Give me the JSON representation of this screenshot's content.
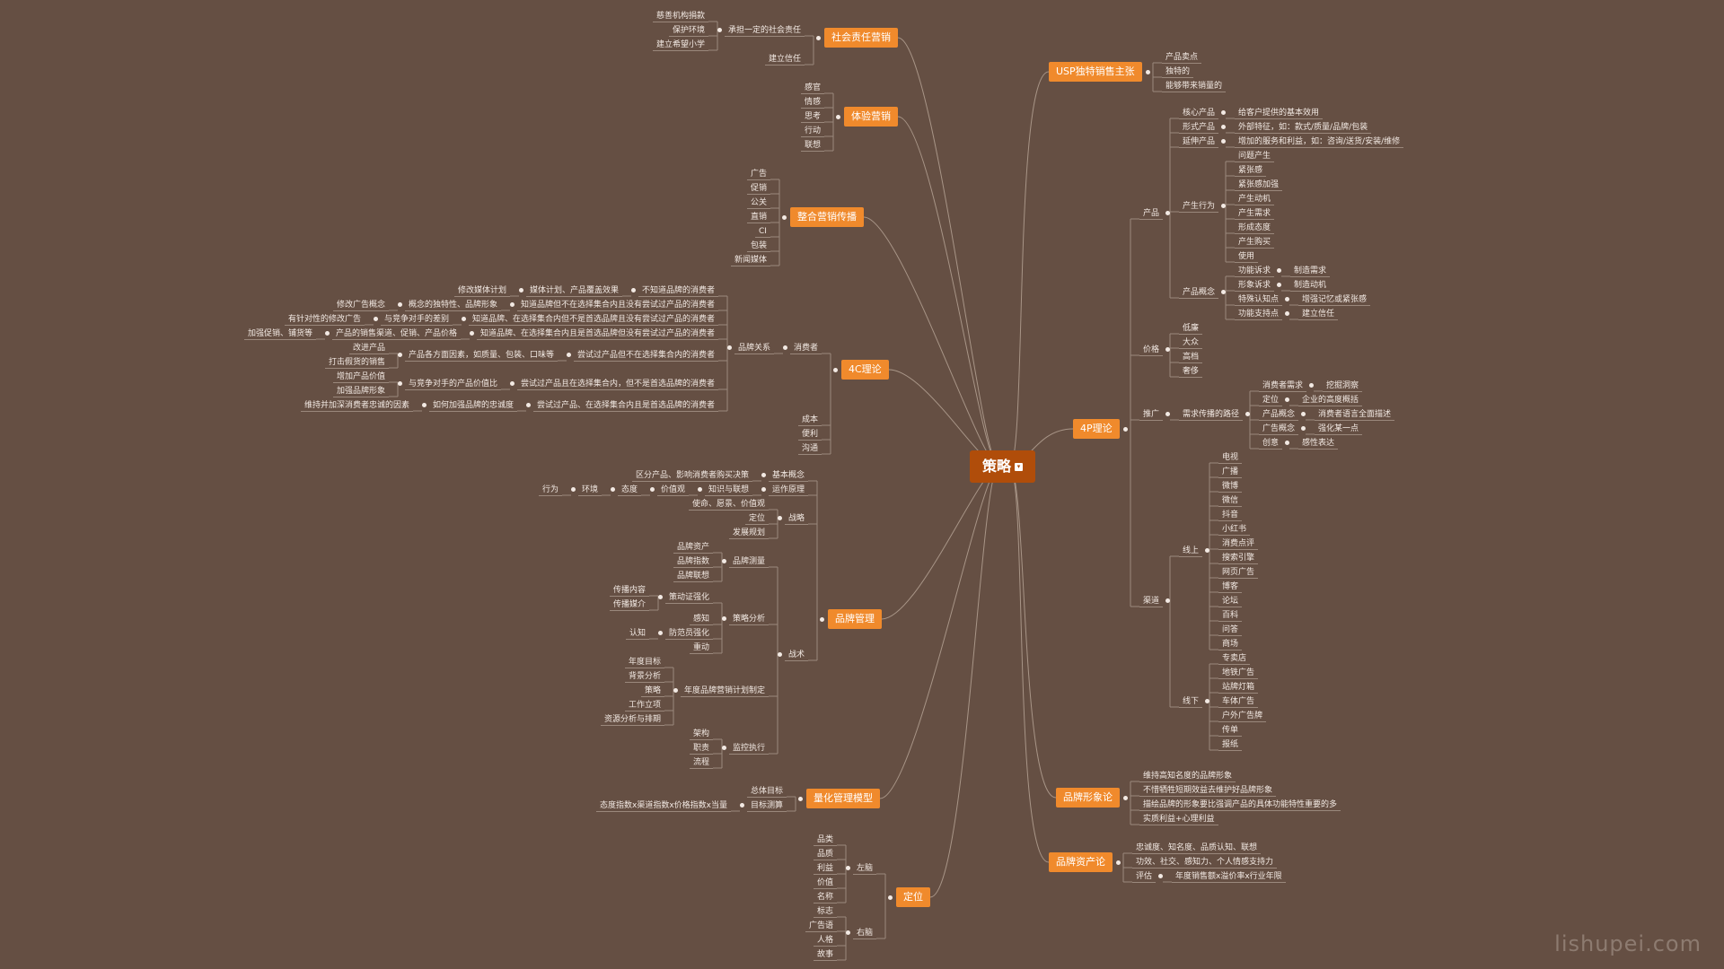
{
  "root": "策略",
  "watermark": "lishupei.com",
  "branches": [
    {
      "label": "社会责任营销",
      "side": "left",
      "children": [
        {
          "label": "承担一定的社会责任",
          "children": [
            {
              "label": "慈善机构捐款"
            },
            {
              "label": "保护环境"
            },
            {
              "label": "建立希望小学"
            }
          ]
        },
        {
          "label": "建立信任"
        }
      ]
    },
    {
      "label": "体验营销",
      "side": "left",
      "children": [
        {
          "label": "感官"
        },
        {
          "label": "情感"
        },
        {
          "label": "思考"
        },
        {
          "label": "行动"
        },
        {
          "label": "联想"
        }
      ]
    },
    {
      "label": "整合营销传播",
      "side": "left",
      "children": [
        {
          "label": "广告"
        },
        {
          "label": "促销"
        },
        {
          "label": "公关"
        },
        {
          "label": "直销"
        },
        {
          "label": "CI"
        },
        {
          "label": "包装"
        },
        {
          "label": "新闻媒体"
        }
      ]
    },
    {
      "label": "4C理论",
      "side": "left",
      "children": [
        {
          "label": "消费者",
          "children": [
            {
              "label": "品牌关系",
              "children": [
                {
                  "label": "不知道品牌的消费者",
                  "children": [
                    {
                      "label": "媒体计划、产品覆盖效果",
                      "children": [
                        {
                          "label": "修改媒体计划"
                        }
                      ]
                    }
                  ]
                },
                {
                  "label": "知道品牌但不在选择集合内且没有尝试过产品的消费者",
                  "children": [
                    {
                      "label": "概念的独特性、品牌形象",
                      "children": [
                        {
                          "label": "修改广告概念"
                        }
                      ]
                    }
                  ]
                },
                {
                  "label": "知道品牌、在选择集合内但不是首选品牌且没有尝试过产品的消费者",
                  "children": [
                    {
                      "label": "与竞争对手的差别",
                      "children": [
                        {
                          "label": "有针对性的修改广告"
                        }
                      ]
                    }
                  ]
                },
                {
                  "label": "知道品牌、在选择集合内且是首选品牌但没有尝试过产品的消费者",
                  "children": [
                    {
                      "label": "产品的销售渠道、促销、产品价格",
                      "children": [
                        {
                          "label": "加强促销、铺货等"
                        }
                      ]
                    }
                  ]
                },
                {
                  "label": "尝试过产品但不在选择集合内的消费者",
                  "children": [
                    {
                      "label": "产品各方面因素，如质量、包装、口味等",
                      "children": [
                        {
                          "label": "改进产品"
                        },
                        {
                          "label": "打击假货的销售"
                        }
                      ]
                    }
                  ]
                },
                {
                  "label": "尝试过产品且在选择集合内，但不是首选品牌的消费者",
                  "children": [
                    {
                      "label": "与竞争对手的产品价值比",
                      "children": [
                        {
                          "label": "增加产品价值"
                        },
                        {
                          "label": "加强品牌形象"
                        }
                      ]
                    }
                  ]
                },
                {
                  "label": "尝试过产品、在选择集合内且是首选品牌的消费者",
                  "children": [
                    {
                      "label": "如何加强品牌的忠诚度",
                      "children": [
                        {
                          "label": "维持并加深消费者忠诚的因素"
                        }
                      ]
                    }
                  ]
                }
              ]
            }
          ]
        },
        {
          "label": "成本"
        },
        {
          "label": "便利"
        },
        {
          "label": "沟通"
        }
      ]
    },
    {
      "label": "品牌管理",
      "side": "left",
      "children": [
        {
          "label": "基本概念",
          "children": [
            {
              "label": "区分产品、影响消费者购买决策"
            }
          ]
        },
        {
          "label": "运作原理",
          "children": [
            {
              "label": "知识与联想",
              "children": [
                {
                  "label": "价值观",
                  "children": [
                    {
                      "label": "态度",
                      "children": [
                        {
                          "label": "环境",
                          "children": [
                            {
                              "label": "行为"
                            }
                          ]
                        }
                      ]
                    }
                  ]
                }
              ]
            }
          ]
        },
        {
          "label": "战略",
          "children": [
            {
              "label": "使命、愿景、价值观"
            },
            {
              "label": "定位"
            },
            {
              "label": "发展规划"
            }
          ]
        },
        {
          "label": "战术",
          "children": [
            {
              "label": "品牌测量",
              "children": [
                {
                  "label": "品牌资产"
                },
                {
                  "label": "品牌指数"
                },
                {
                  "label": "品牌联想"
                }
              ]
            },
            {
              "label": "策略分析",
              "children": [
                {
                  "label": "策动证强化",
                  "children": [
                    {
                      "label": "传播内容"
                    },
                    {
                      "label": "传播媒介"
                    }
                  ]
                },
                {
                  "label": "感知"
                },
                {
                  "label": "防范员强化",
                  "children": [
                    {
                      "label": "认知"
                    }
                  ]
                },
                {
                  "label": "重动"
                }
              ]
            },
            {
              "label": "年度品牌营销计划制定",
              "children": [
                {
                  "label": "年度目标"
                },
                {
                  "label": "背景分析"
                },
                {
                  "label": "策略"
                },
                {
                  "label": "工作立项"
                },
                {
                  "label": "资源分析与排期"
                }
              ]
            },
            {
              "label": "监控执行",
              "children": [
                {
                  "label": "架构"
                },
                {
                  "label": "职责"
                },
                {
                  "label": "流程"
                }
              ]
            }
          ]
        }
      ]
    },
    {
      "label": "量化管理模型",
      "side": "left",
      "children": [
        {
          "label": "总体目标"
        },
        {
          "label": "目标测算",
          "children": [
            {
              "label": "态度指数x渠道指数x价格指数x当量"
            }
          ]
        }
      ]
    },
    {
      "label": "定位",
      "side": "left",
      "children": [
        {
          "label": "左脑",
          "children": [
            {
              "label": "品类"
            },
            {
              "label": "品质"
            },
            {
              "label": "利益"
            },
            {
              "label": "价值"
            },
            {
              "label": "名称"
            }
          ]
        },
        {
          "label": "右脑",
          "children": [
            {
              "label": "标志"
            },
            {
              "label": "广告语"
            },
            {
              "label": "人格"
            },
            {
              "label": "故事"
            }
          ]
        }
      ]
    },
    {
      "label": "USP独特销售主张",
      "side": "right",
      "children": [
        {
          "label": "产品卖点"
        },
        {
          "label": "独特的"
        },
        {
          "label": "能够带来销量的"
        }
      ]
    },
    {
      "label": "4P理论",
      "side": "right",
      "children": [
        {
          "label": "产品",
          "children": [
            {
              "label": "核心产品",
              "children": [
                {
                  "label": "给客户提供的基本效用"
                }
              ]
            },
            {
              "label": "形式产品",
              "children": [
                {
                  "label": "外部特征，如：款式/质量/品牌/包装"
                }
              ]
            },
            {
              "label": "延伸产品",
              "children": [
                {
                  "label": "增加的服务和利益，如：咨询/送货/安装/维修"
                }
              ]
            },
            {
              "label": "产生行为",
              "children": [
                {
                  "label": "问题产生"
                },
                {
                  "label": "紧张感"
                },
                {
                  "label": "紧张感加强"
                },
                {
                  "label": "产生动机"
                },
                {
                  "label": "产生需求"
                },
                {
                  "label": "形成态度"
                },
                {
                  "label": "产生购买"
                },
                {
                  "label": "使用"
                }
              ]
            },
            {
              "label": "产品概念",
              "children": [
                {
                  "label": "功能诉求",
                  "children": [
                    {
                      "label": "制造需求"
                    }
                  ]
                },
                {
                  "label": "形象诉求",
                  "children": [
                    {
                      "label": "制造动机"
                    }
                  ]
                },
                {
                  "label": "特殊认知点",
                  "children": [
                    {
                      "label": "增强记忆或紧张感"
                    }
                  ]
                },
                {
                  "label": "功能支持点",
                  "children": [
                    {
                      "label": "建立信任"
                    }
                  ]
                }
              ]
            }
          ]
        },
        {
          "label": "价格",
          "children": [
            {
              "label": "低廉"
            },
            {
              "label": "大众"
            },
            {
              "label": "高档"
            },
            {
              "label": "奢侈"
            }
          ]
        },
        {
          "label": "推广",
          "children": [
            {
              "label": "需求传播的路径",
              "children": [
                {
                  "label": "消费者需求",
                  "children": [
                    {
                      "label": "挖掘洞察"
                    }
                  ]
                },
                {
                  "label": "定位",
                  "children": [
                    {
                      "label": "企业的高度概括"
                    }
                  ]
                },
                {
                  "label": "产品概念",
                  "children": [
                    {
                      "label": "消费者语言全面描述"
                    }
                  ]
                },
                {
                  "label": "广告概念",
                  "children": [
                    {
                      "label": "强化某一点"
                    }
                  ]
                },
                {
                  "label": "创意",
                  "children": [
                    {
                      "label": "感性表达"
                    }
                  ]
                }
              ]
            }
          ]
        },
        {
          "label": "渠道",
          "children": [
            {
              "label": "线上",
              "children": [
                {
                  "label": "电视"
                },
                {
                  "label": "广播"
                },
                {
                  "label": "微博"
                },
                {
                  "label": "微信"
                },
                {
                  "label": "抖音"
                },
                {
                  "label": "小红书"
                },
                {
                  "label": "消费点评"
                },
                {
                  "label": "搜索引擎"
                },
                {
                  "label": "网页广告"
                },
                {
                  "label": "博客"
                },
                {
                  "label": "论坛"
                },
                {
                  "label": "百科"
                },
                {
                  "label": "问答"
                },
                {
                  "label": "商场"
                }
              ]
            },
            {
              "label": "线下",
              "children": [
                {
                  "label": "专卖店"
                },
                {
                  "label": "地铁广告"
                },
                {
                  "label": "站牌灯箱"
                },
                {
                  "label": "车体广告"
                },
                {
                  "label": "户外广告牌"
                },
                {
                  "label": "传单"
                },
                {
                  "label": "报纸"
                }
              ]
            }
          ]
        }
      ]
    },
    {
      "label": "品牌形象论",
      "side": "right",
      "children": [
        {
          "label": "维持高知名度的品牌形象"
        },
        {
          "label": "不惜牺牲短期效益去维护好品牌形象"
        },
        {
          "label": "描绘品牌的形象要比强调产品的具体功能特性重要的多"
        },
        {
          "label": "实质利益+心理利益"
        }
      ]
    },
    {
      "label": "品牌资产论",
      "side": "right",
      "children": [
        {
          "label": "忠诚度、知名度、品质认知、联想"
        },
        {
          "label": "功效、社交、感知力、个人情感支持力"
        },
        {
          "label": "评估",
          "children": [
            {
              "label": "年度销售额x溢价率x行业年限"
            }
          ]
        }
      ]
    }
  ]
}
